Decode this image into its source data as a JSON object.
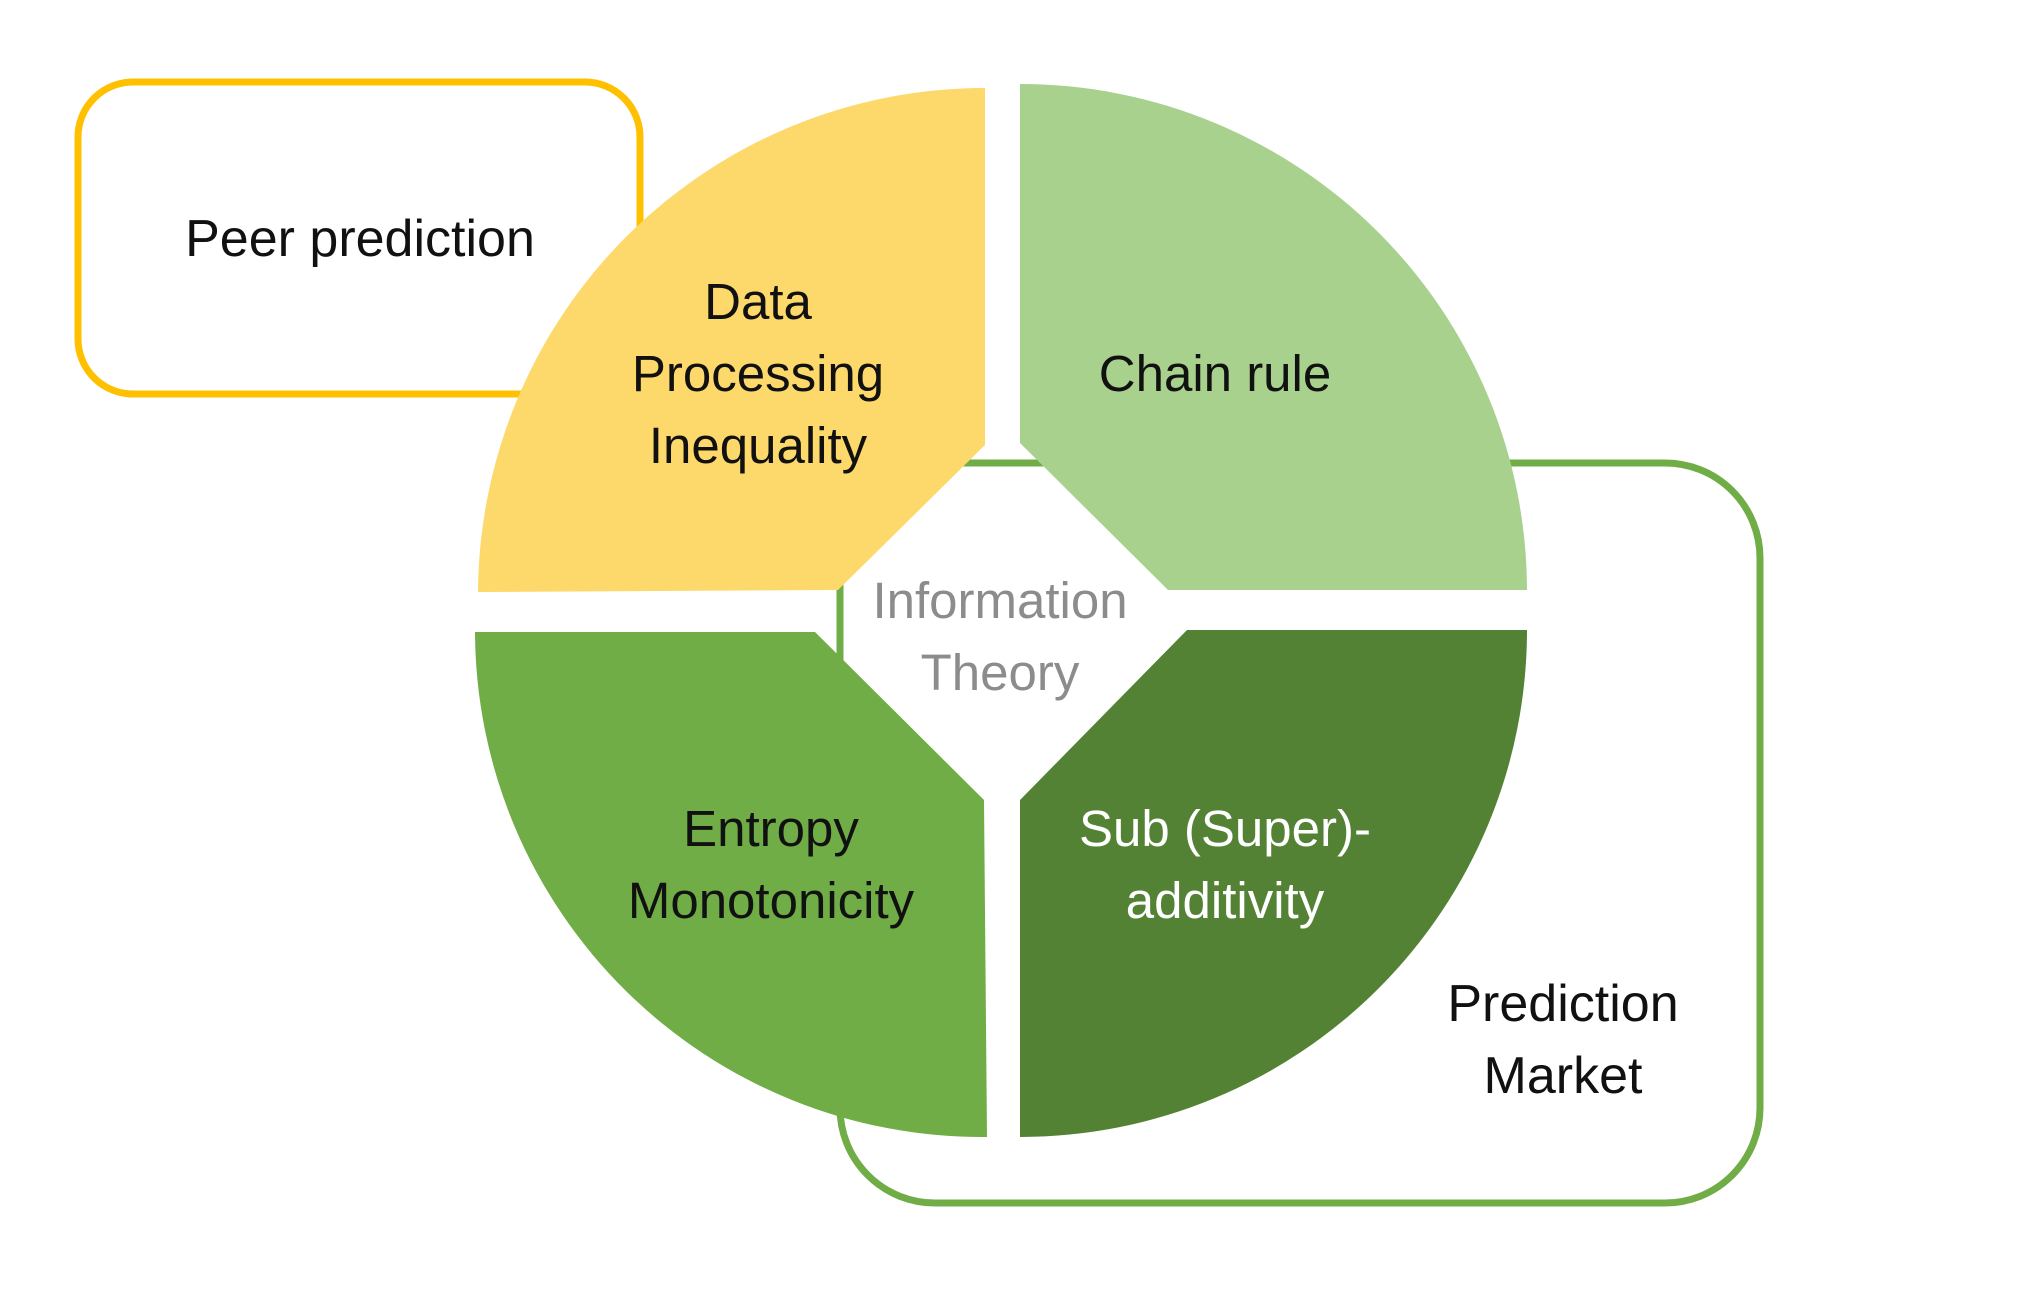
{
  "colors": {
    "peer_box_border": "#FFC000",
    "market_box_border": "#70AD47",
    "segment_data_processing": "#FDD86B",
    "segment_chain_rule": "#A9D18E",
    "segment_entropy": "#70AD47",
    "segment_sub_super": "#548235",
    "center_text": "#8C8C8C"
  },
  "center": {
    "line1": "Information",
    "line2": "Theory"
  },
  "segments": {
    "data_processing": {
      "line1": "Data",
      "line2": "Processing",
      "line3": "Inequality"
    },
    "chain_rule": {
      "line1": "Chain rule"
    },
    "entropy_monotonicity": {
      "line1": "Entropy",
      "line2": "Monotonicity"
    },
    "sub_super_additivity": {
      "line1": "Sub (Super)-",
      "line2": "additivity"
    }
  },
  "boxes": {
    "peer_prediction": {
      "line1": "Peer prediction"
    },
    "prediction_market": {
      "line1": "Prediction",
      "line2": "Market"
    }
  }
}
